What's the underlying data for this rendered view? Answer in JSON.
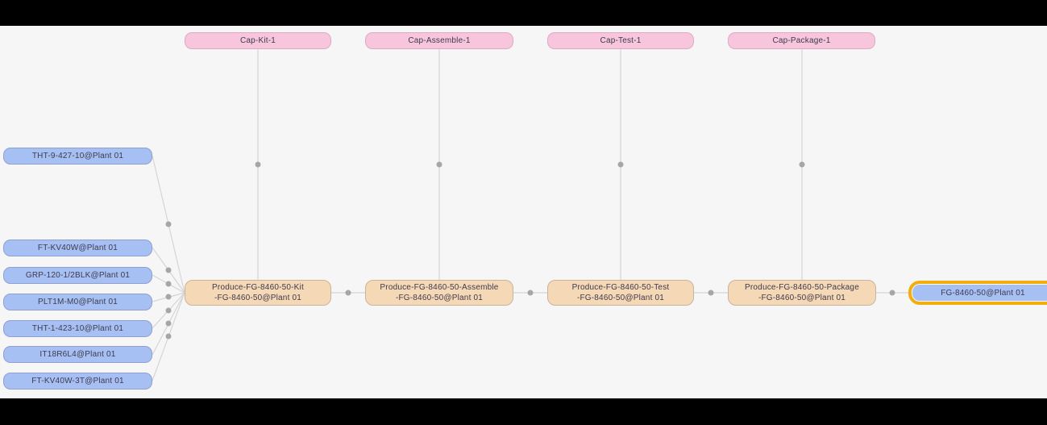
{
  "diagram": {
    "operations": [
      {
        "label": "Cap-Kit-1"
      },
      {
        "label": "Cap-Assemble-1"
      },
      {
        "label": "Cap-Test-1"
      },
      {
        "label": "Cap-Package-1"
      }
    ],
    "processes": [
      {
        "line1": "Produce-FG-8460-50-Kit",
        "line2": "-FG-8460-50@Plant 01"
      },
      {
        "line1": "Produce-FG-8460-50-Assemble",
        "line2": "-FG-8460-50@Plant 01"
      },
      {
        "line1": "Produce-FG-8460-50-Test",
        "line2": "-FG-8460-50@Plant 01"
      },
      {
        "line1": "Produce-FG-8460-50-Package",
        "line2": "-FG-8460-50@Plant 01"
      }
    ],
    "materials": [
      {
        "label": "THT-9-427-10@Plant 01"
      },
      {
        "label": "FT-KV40W@Plant 01"
      },
      {
        "label": "GRP-120-1/2BLK@Plant 01"
      },
      {
        "label": "PLT1M-M0@Plant 01"
      },
      {
        "label": "THT-1-423-10@Plant 01"
      },
      {
        "label": "IT18R6L4@Plant 01"
      },
      {
        "label": "FT-KV40W-3T@Plant 01"
      }
    ],
    "output": {
      "label": "FG-8460-50@Plant 01"
    }
  },
  "colors": {
    "canvas_bg": "#f7f6f7",
    "operation_fill": "#f7c6dc",
    "operation_border": "#dfa9c6",
    "process_fill": "#f5d8b6",
    "process_border": "#c8b49c",
    "material_fill": "#a6c0f4",
    "material_border": "#8f9fd0",
    "highlight_border": "#f2ae0d",
    "edge": "#d6d4d4",
    "edge_dot": "#a8a5a5",
    "text": "#3e3a4c"
  }
}
